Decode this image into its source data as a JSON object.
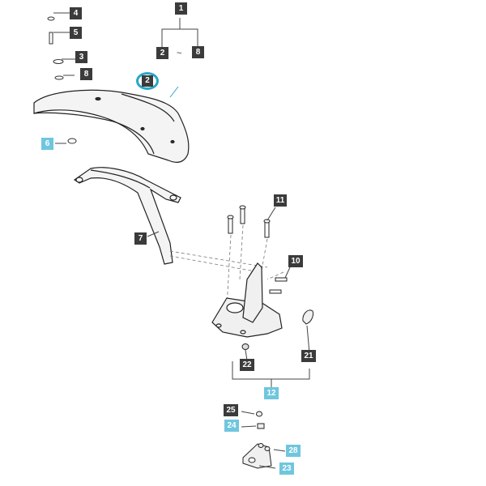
{
  "callouts": {
    "c1": "1",
    "c2a": "2",
    "c8a": "8",
    "tilde": "~",
    "c4": "4",
    "c5": "5",
    "c3": "3",
    "c8": "8",
    "c2": "2",
    "c6": "6",
    "c7": "7",
    "c11": "11",
    "c10": "10",
    "c21": "21",
    "c22": "22",
    "c12": "12",
    "c25": "25",
    "c24": "24",
    "c28": "28",
    "c23": "23"
  },
  "highlighted_callouts": [
    "2"
  ],
  "colors": {
    "label_dark": "#3b3b3b",
    "label_highlight": "#6fc6de",
    "ring": "#2aa6c9",
    "line": "#444444"
  }
}
